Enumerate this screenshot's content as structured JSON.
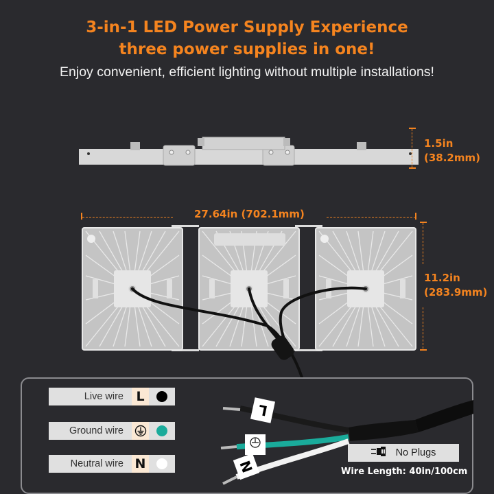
{
  "header": {
    "title_line1": "3-in-1 LED Power Supply Experience",
    "title_line2": "three power supplies in one!",
    "subtitle": "Enjoy convenient, efficient lighting without multiple installations!"
  },
  "dimensions": {
    "height_in": "1.5in",
    "height_mm": "(38.2mm)",
    "width_label": "27.64in (702.1mm)",
    "depth_in": "11.2in",
    "depth_mm": "(283.9mm)"
  },
  "legend": {
    "items": [
      {
        "label": "Live wire",
        "symbol": "L",
        "color": "#000000"
      },
      {
        "label": "Ground wire",
        "symbol": "ground-symbol-icon",
        "color": "#1aab9b"
      },
      {
        "label": "Neutral wire",
        "symbol": "N",
        "color": "#ffffff"
      }
    ]
  },
  "cable": {
    "tags": [
      "L",
      "ground-symbol-icon",
      "N"
    ],
    "no_plugs_label": "No Plugs",
    "no_plugs_icon": "no-plug-icon",
    "wire_length": "Wire Length: 40in/100cm"
  },
  "colors": {
    "accent": "#f5841f",
    "background": "#2a2a2e",
    "fixture": "#c9c9c9",
    "ground_wire": "#1aab9b"
  }
}
